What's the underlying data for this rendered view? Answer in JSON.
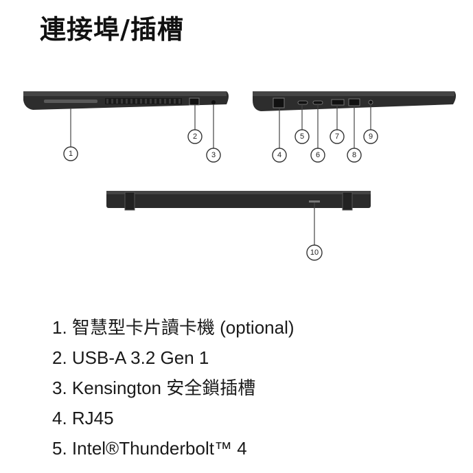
{
  "page": {
    "title": "連接埠/插槽"
  },
  "callouts": [
    "1",
    "2",
    "3",
    "4",
    "5",
    "6",
    "7",
    "8",
    "9",
    "10"
  ],
  "legend": [
    "1. 智慧型卡片讀卡機 (optional)",
    "2. USB-A 3.2 Gen 1",
    "3. Kensington 安全鎖插槽",
    "4. RJ45",
    "5. Intel®Thunderbolt™ 4"
  ]
}
